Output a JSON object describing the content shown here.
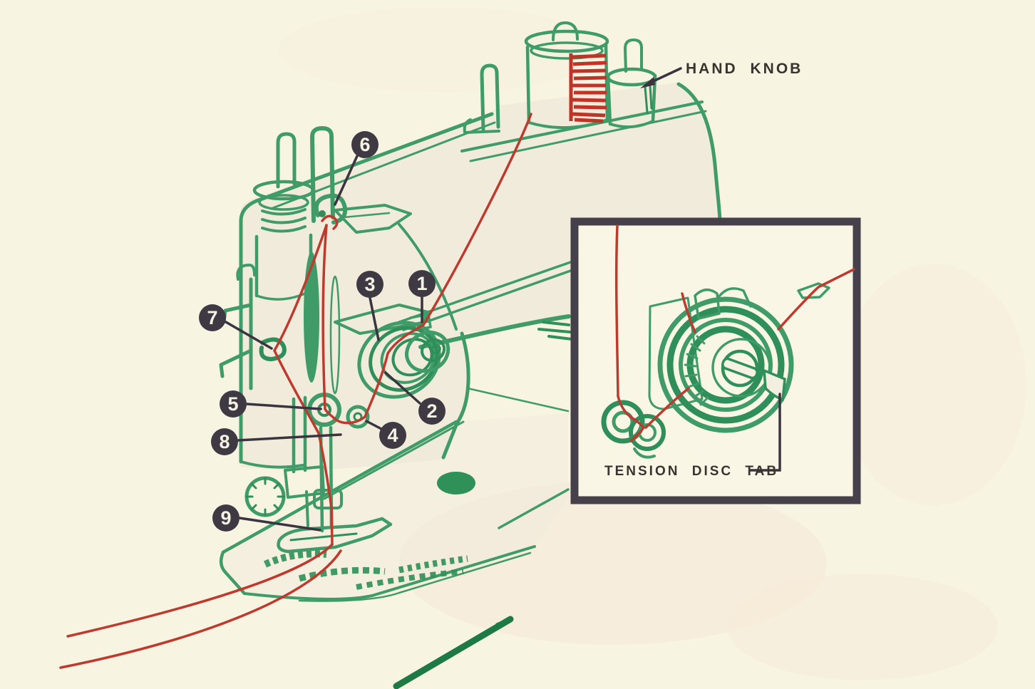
{
  "figure": {
    "type": "sewing-machine-threading-diagram",
    "labels": {
      "hand_knob": "HAND KNOB",
      "tension_disc_tab": "TENSION DISC TAB"
    },
    "callouts": [
      {
        "number": "1"
      },
      {
        "number": "2"
      },
      {
        "number": "3"
      },
      {
        "number": "4"
      },
      {
        "number": "5"
      },
      {
        "number": "6"
      },
      {
        "number": "7"
      },
      {
        "number": "8"
      },
      {
        "number": "9"
      }
    ],
    "colors": {
      "background": "#f8f4e2",
      "machine_green": "#3f9b68",
      "dark_green": "#1d7a45",
      "thread_red": "#bf3a2e",
      "callout_fill": "#3f3944",
      "label_ink": "#3a3430"
    }
  }
}
